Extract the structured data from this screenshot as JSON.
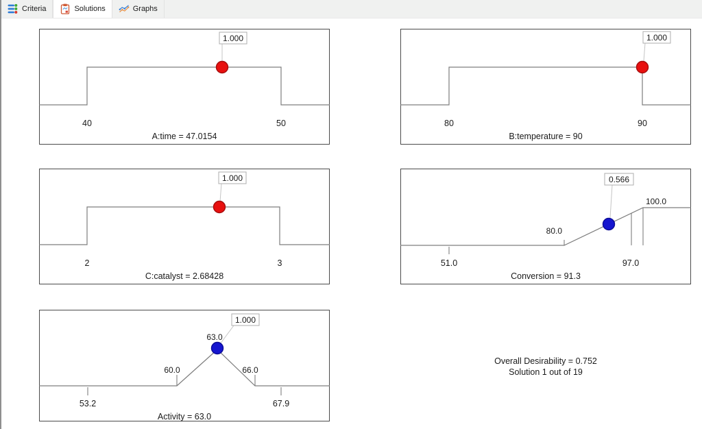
{
  "toolbar": {
    "tabs": [
      {
        "label": "Criteria"
      },
      {
        "label": "Solutions"
      },
      {
        "label": "Graphs"
      }
    ],
    "selected_tab": "Solutions"
  },
  "chart_data": {
    "type": "desirability-ramps",
    "ramps": [
      {
        "name": "A:time",
        "kind": "factor",
        "shape": "in-range-plateau",
        "caption": "A:time = 47.0154",
        "value": 47.0154,
        "axis_min": 40,
        "axis_max": 50,
        "axis_min_label": "40",
        "axis_max_label": "50",
        "desirability": 1.0,
        "desirability_label": "1.000",
        "dot_color": "#e8100f",
        "dot_edge_color": "#a50d0d"
      },
      {
        "name": "B:temperature",
        "kind": "factor",
        "shape": "in-range-plateau",
        "caption": "B:temperature = 90",
        "value": 90,
        "axis_min": 80,
        "axis_max": 90,
        "axis_min_label": "80",
        "axis_max_label": "90",
        "desirability": 1.0,
        "desirability_label": "1.000",
        "dot_color": "#e8100f",
        "dot_edge_color": "#a50d0d"
      },
      {
        "name": "C:catalyst",
        "kind": "factor",
        "shape": "in-range-plateau",
        "caption": "C:catalyst = 2.68428",
        "value": 2.68428,
        "axis_min": 2,
        "axis_max": 3,
        "axis_min_label": "2",
        "axis_max_label": "3",
        "desirability": 1.0,
        "desirability_label": "1.000",
        "dot_color": "#e8100f",
        "dot_edge_color": "#a50d0d"
      },
      {
        "name": "Conversion",
        "kind": "response",
        "shape": "maximize-ramp",
        "caption": "Conversion = 91.3",
        "value": 91.3,
        "axis_min": 51.0,
        "axis_max": 97.0,
        "ramp_start": 80.0,
        "ramp_end": 100.0,
        "axis_min_label": "51.0",
        "axis_max_label": "97.0",
        "ramp_start_label": "80.0",
        "ramp_end_label": "100.0",
        "desirability": 0.566,
        "desirability_label": "0.566",
        "dot_color": "#1515cf",
        "dot_edge_color": "#0b0b96"
      },
      {
        "name": "Activity",
        "kind": "response",
        "shape": "target-tent",
        "caption": "Activity = 63.0",
        "value": 63.0,
        "axis_min": 53.2,
        "axis_max": 67.9,
        "target_low": 60.0,
        "target": 63.0,
        "target_high": 66.0,
        "axis_min_label": "53.2",
        "axis_max_label": "67.9",
        "target_low_label": "60.0",
        "target_label": "63.0",
        "target_high_label": "66.0",
        "desirability": 1.0,
        "desirability_label": "1.000",
        "dot_color": "#1515cf",
        "dot_edge_color": "#0b0b96"
      }
    ],
    "summary": {
      "overall": "Overall Desirability = 0.752",
      "solution": "Solution 1 out of 19"
    }
  }
}
